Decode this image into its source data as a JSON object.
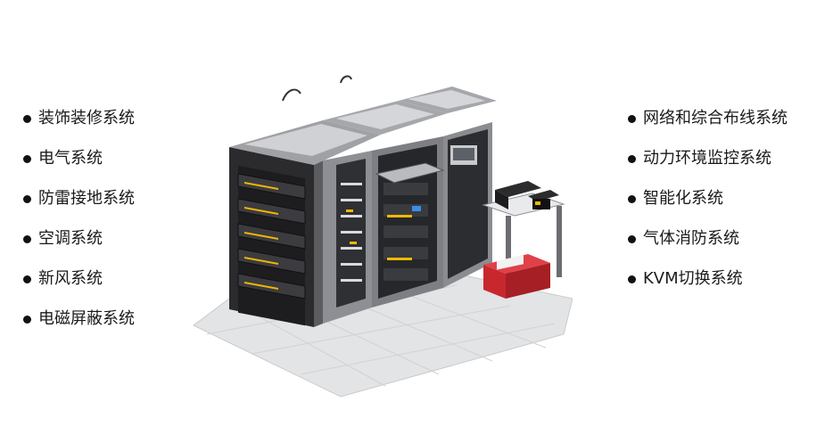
{
  "left_list": {
    "items": [
      {
        "label": "装饰装修系统",
        "icon": "bullet-dot"
      },
      {
        "label": "电气系统",
        "icon": "bullet-dot"
      },
      {
        "label": "防雷接地系统",
        "icon": "bullet-dot"
      },
      {
        "label": "空调系统",
        "icon": "bullet-dot"
      },
      {
        "label": "新风系统",
        "icon": "bullet-dot"
      },
      {
        "label": "电磁屏蔽系统",
        "icon": "bullet-dot"
      }
    ]
  },
  "right_list": {
    "items": [
      {
        "label": "网络和综合布线系统",
        "icon": "bullet-dot"
      },
      {
        "label": "动力环境监控系统",
        "icon": "bullet-dot"
      },
      {
        "label": "智能化系统",
        "icon": "bullet-dot"
      },
      {
        "label": "气体消防系统",
        "icon": "bullet-dot"
      },
      {
        "label": "KVM切换系统",
        "icon": "bullet-dot"
      }
    ]
  },
  "illustration": {
    "icon": "server-room-racks-illustration",
    "colors": {
      "rack": "#2b2b2e",
      "frame": "#8d8f94",
      "roof": "#cfd1d4",
      "accent": "#f2b705",
      "red": "#c8272d",
      "floor": "#e3e4e6"
    }
  }
}
